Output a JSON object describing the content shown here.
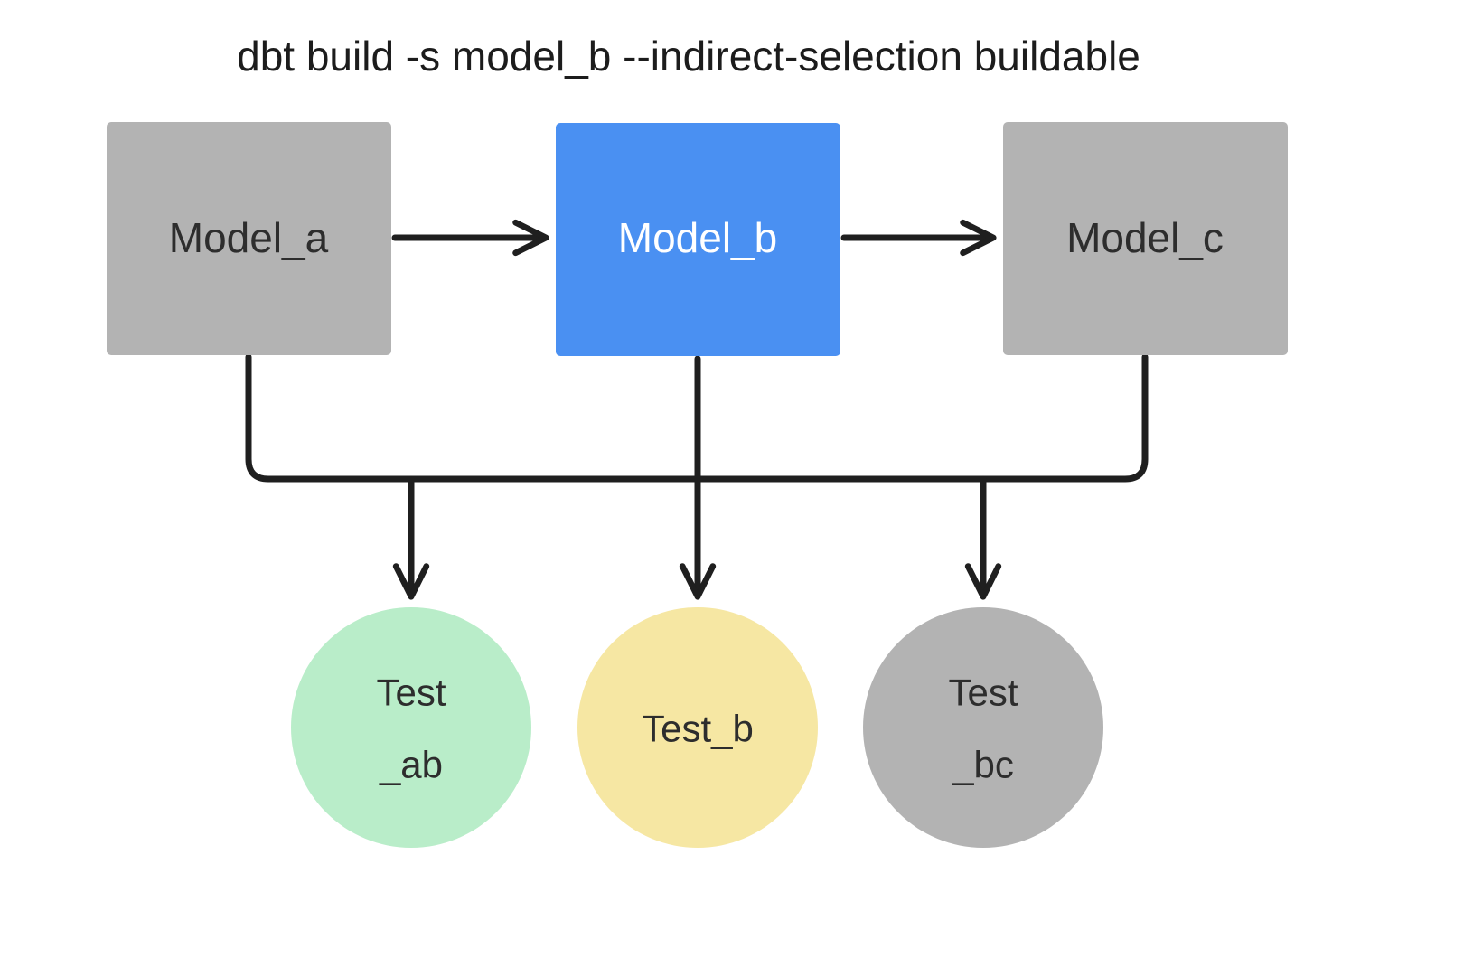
{
  "title": "dbt build -s model_b --indirect-selection buildable",
  "connector": {
    "color": "#1f1f1f"
  },
  "nodes": {
    "model_a": {
      "label": "Model_a",
      "fill": "#b3b3b3",
      "text_color": "#2d2d2d"
    },
    "model_b": {
      "label": "Model_b",
      "fill": "#4a90f2",
      "text_color": "#ffffff"
    },
    "model_c": {
      "label": "Model_c",
      "fill": "#b3b3b3",
      "text_color": "#2d2d2d"
    },
    "test_ab": {
      "label_line1": "Test",
      "label_line2": "_ab",
      "fill": "#b9edc9"
    },
    "test_b": {
      "label": "Test_b",
      "fill": "#f6e7a3"
    },
    "test_bc": {
      "label_line1": "Test",
      "label_line2": "_bc",
      "fill": "#b3b3b3"
    }
  },
  "edges": [
    {
      "from": "Model_a",
      "to": "Model_b"
    },
    {
      "from": "Model_b",
      "to": "Model_c"
    },
    {
      "from": "Model_a",
      "to": "Test_ab"
    },
    {
      "from": "Model_b",
      "to": "Test_ab"
    },
    {
      "from": "Model_b",
      "to": "Test_b"
    },
    {
      "from": "Model_b",
      "to": "Test_bc"
    },
    {
      "from": "Model_c",
      "to": "Test_bc"
    }
  ]
}
